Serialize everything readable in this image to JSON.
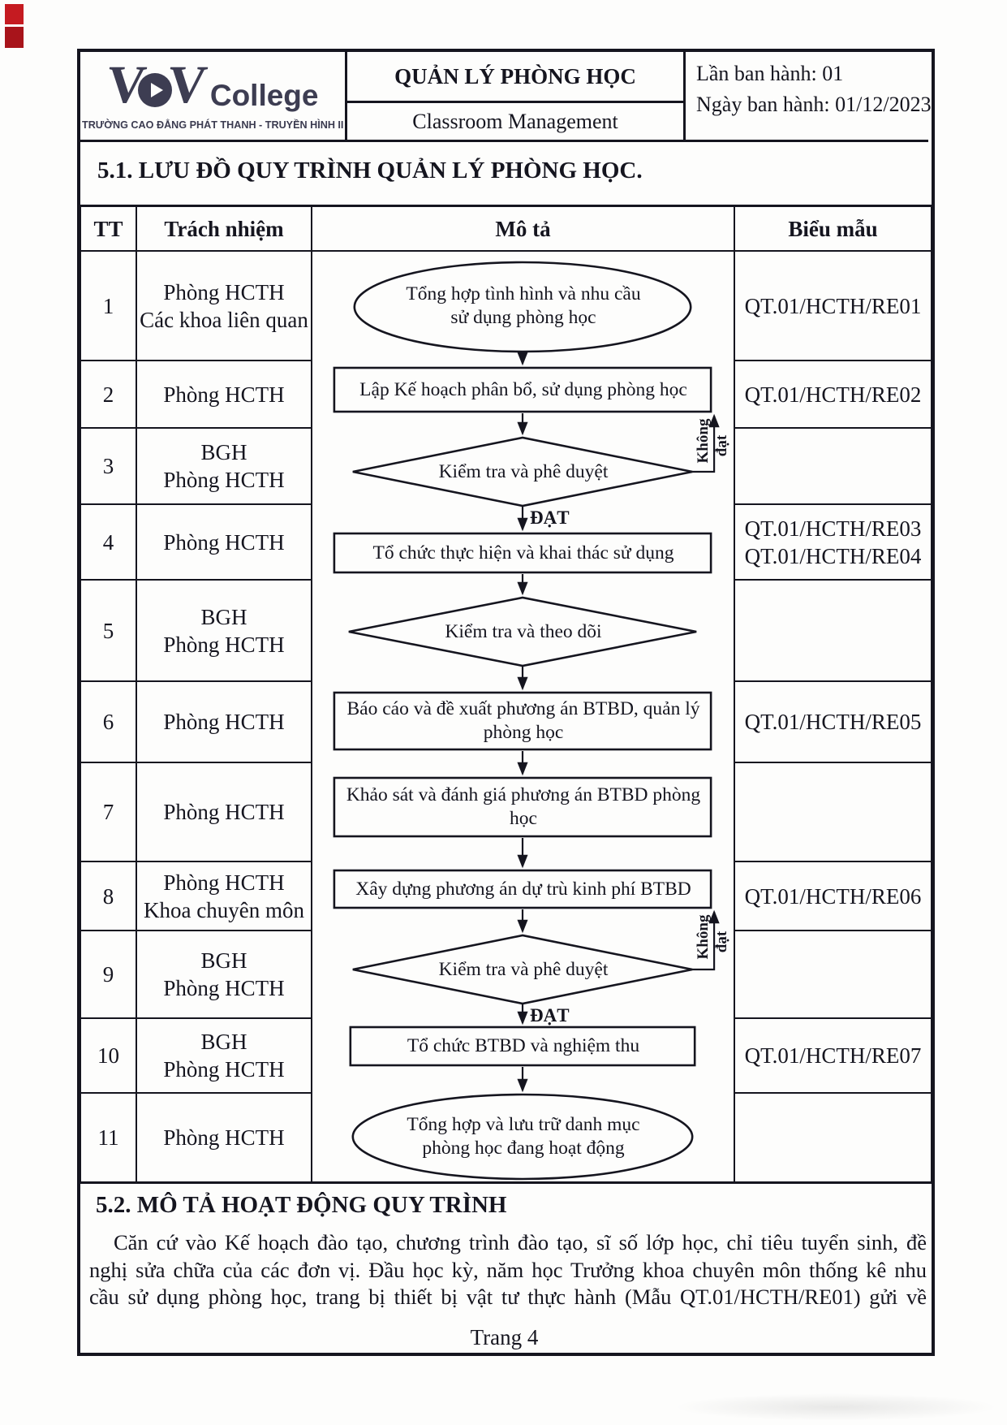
{
  "header": {
    "logo": {
      "v1": "V",
      "v2": "V",
      "college": "College",
      "subtitle": "TRƯỜNG CAO ĐẲNG PHÁT THANH - TRUYỀN HÌNH II"
    },
    "title_vi": "QUẢN LÝ PHÒNG HỌC",
    "title_en": "Classroom Management",
    "issue_line1": "Lần ban hành: 01",
    "issue_line2": "Ngày ban hành: 01/12/2023"
  },
  "section_51_title": "5.1. LƯU ĐỒ QUY TRÌNH QUẢN LÝ PHÒNG HỌC.",
  "table": {
    "headers": {
      "tt": "TT",
      "responsibility": "Trách nhiệm",
      "description": "Mô tả",
      "form": "Biểu mẫu"
    },
    "rows": [
      {
        "tt": "1",
        "resp1": "Phòng HCTH",
        "resp2": "Các khoa liên quan",
        "form1": "QT.01/HCTH/RE01",
        "form2": ""
      },
      {
        "tt": "2",
        "resp1": "Phòng HCTH",
        "resp2": "",
        "form1": "QT.01/HCTH/RE02",
        "form2": ""
      },
      {
        "tt": "3",
        "resp1": "BGH",
        "resp2": "Phòng HCTH",
        "form1": "",
        "form2": ""
      },
      {
        "tt": "4",
        "resp1": "Phòng HCTH",
        "resp2": "",
        "form1": "QT.01/HCTH/RE03",
        "form2": "QT.01/HCTH/RE04"
      },
      {
        "tt": "5",
        "resp1": "BGH",
        "resp2": "Phòng HCTH",
        "form1": "",
        "form2": ""
      },
      {
        "tt": "6",
        "resp1": "Phòng HCTH",
        "resp2": "",
        "form1": "QT.01/HCTH/RE05",
        "form2": ""
      },
      {
        "tt": "7",
        "resp1": "Phòng HCTH",
        "resp2": "",
        "form1": "",
        "form2": ""
      },
      {
        "tt": "8",
        "resp1": "Phòng HCTH",
        "resp2": "Khoa chuyên môn",
        "form1": "QT.01/HCTH/RE06",
        "form2": ""
      },
      {
        "tt": "9",
        "resp1": "BGH",
        "resp2": "Phòng HCTH",
        "form1": "",
        "form2": ""
      },
      {
        "tt": "10",
        "resp1": "BGH",
        "resp2": "Phòng HCTH",
        "form1": "QT.01/HCTH/RE07",
        "form2": ""
      },
      {
        "tt": "11",
        "resp1": "Phòng HCTH",
        "resp2": "",
        "form1": "",
        "form2": ""
      }
    ]
  },
  "flowchart": {
    "step1_line1": "Tổng hợp tình hình và nhu cầu",
    "step1_line2": "sử dụng phòng học",
    "step2": "Lập Kế hoạch phân bổ, sử dụng phòng học",
    "step3": "Kiểm tra và phê duyệt",
    "step4": "Tổ chức thực hiện và khai thác sử dụng",
    "step5": "Kiểm tra và theo dõi",
    "step6_line1": "Báo cáo và đề xuất phương án BTBD,  quản lý",
    "step6_line2": "phòng học",
    "step7_line1": "Khảo sát và đánh giá phương án BTBD phòng",
    "step7_line2": "học",
    "step8": "Xây dựng phương án dự trù kinh phí BTBD",
    "step9": "Kiểm tra và phê duyệt",
    "step10": "Tổ chức BTBD và nghiệm thu",
    "step11_line1": "Tổng hợp và lưu trữ danh mục",
    "step11_line2": "phòng học đang hoạt động",
    "label_pass": "ĐẠT",
    "label_fail_word1": "Không",
    "label_fail_word2": "đạt"
  },
  "section_52": {
    "title": "5.2. MÔ TẢ HOẠT ĐỘNG QUY TRÌNH",
    "line1": "Căn cứ vào Kế hoạch đào tạo, chương trình đào tạo, sĩ số lớp học, chỉ tiêu tuyển sinh, đề",
    "line2": "nghị sửa chữa của các đơn vị. Đầu học kỳ, năm học Trưởng khoa chuyên môn thống kê nhu",
    "line3": "cầu sử dụng phòng học, trang bị thiết bị vật tư thực hành (Mẫu QT.01/HCTH/RE01) gửi về"
  },
  "footer": {
    "page_label": "Trang 4"
  },
  "colors": {
    "ink": "#15151f",
    "logo": "#3d3d52",
    "red_mark": "#c2181f"
  }
}
